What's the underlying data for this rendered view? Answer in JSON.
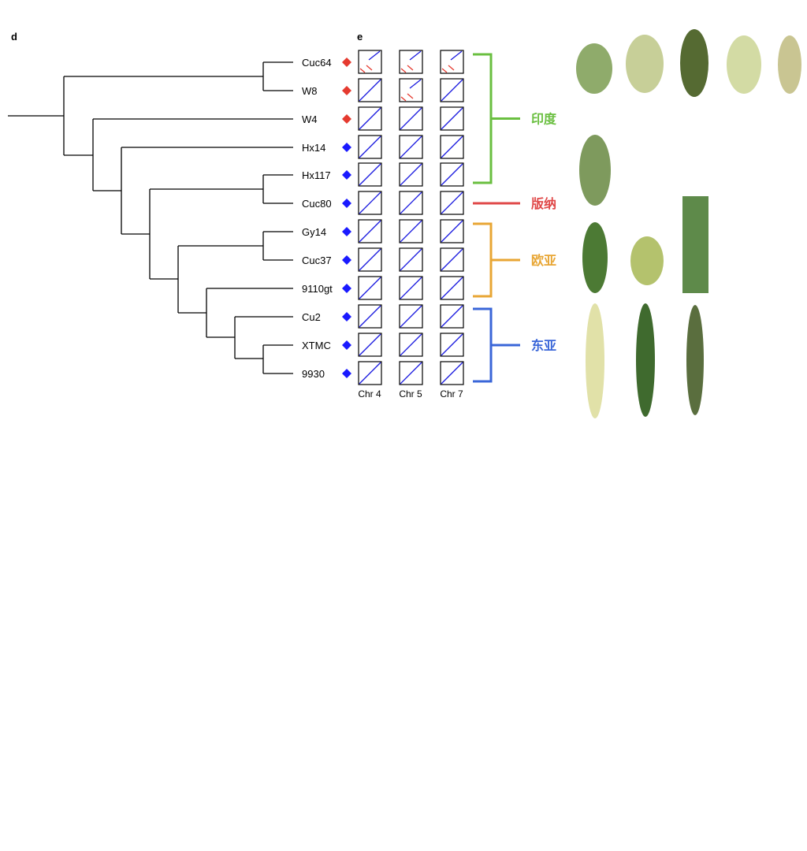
{
  "panel_d": "d",
  "panel_e": "e",
  "samples": [
    {
      "name": "Cuc64",
      "marker": "red"
    },
    {
      "name": "W8",
      "marker": "red"
    },
    {
      "name": "W4",
      "marker": "red"
    },
    {
      "name": "Hx14",
      "marker": "blue"
    },
    {
      "name": "Hx117",
      "marker": "blue"
    },
    {
      "name": "Cuc80",
      "marker": "blue"
    },
    {
      "name": "Gy14",
      "marker": "blue"
    },
    {
      "name": "Cuc37",
      "marker": "blue"
    },
    {
      "name": "9110gt",
      "marker": "blue"
    },
    {
      "name": "Cu2",
      "marker": "blue"
    },
    {
      "name": "XTMC",
      "marker": "blue"
    },
    {
      "name": "9930",
      "marker": "blue"
    }
  ],
  "chromosomes": [
    "Chr 4",
    "Chr 5",
    "Chr 7"
  ],
  "dotplot_patterns": [
    [
      "inverted-red",
      "inverted-red",
      "inverted-red"
    ],
    [
      "normal",
      "inverted-red",
      "normal"
    ],
    [
      "normal",
      "normal",
      "normal"
    ],
    [
      "normal",
      "normal",
      "normal"
    ],
    [
      "normal",
      "normal",
      "normal"
    ],
    [
      "normal",
      "normal",
      "normal"
    ],
    [
      "normal",
      "normal",
      "normal"
    ],
    [
      "normal",
      "normal",
      "normal"
    ],
    [
      "normal",
      "normal",
      "normal"
    ],
    [
      "normal",
      "normal",
      "normal"
    ],
    [
      "normal",
      "normal",
      "normal"
    ],
    [
      "normal",
      "normal",
      "normal"
    ]
  ],
  "groups": [
    {
      "label": "印度",
      "color": "#6abf40",
      "from": 0,
      "to": 4
    },
    {
      "label": "版纳",
      "color": "#e04848",
      "from": 5,
      "to": 5
    },
    {
      "label": "欧亚",
      "color": "#e8a634",
      "from": 6,
      "to": 8
    },
    {
      "label": "东亚",
      "color": "#3a66d8",
      "from": 9,
      "to": 11
    }
  ],
  "colors": {
    "red_marker": "#e53a2f",
    "blue_marker": "#1a1aff",
    "dot_blue": "#1a1adf",
    "dot_red": "#e53a2f",
    "branch": "#000000"
  }
}
